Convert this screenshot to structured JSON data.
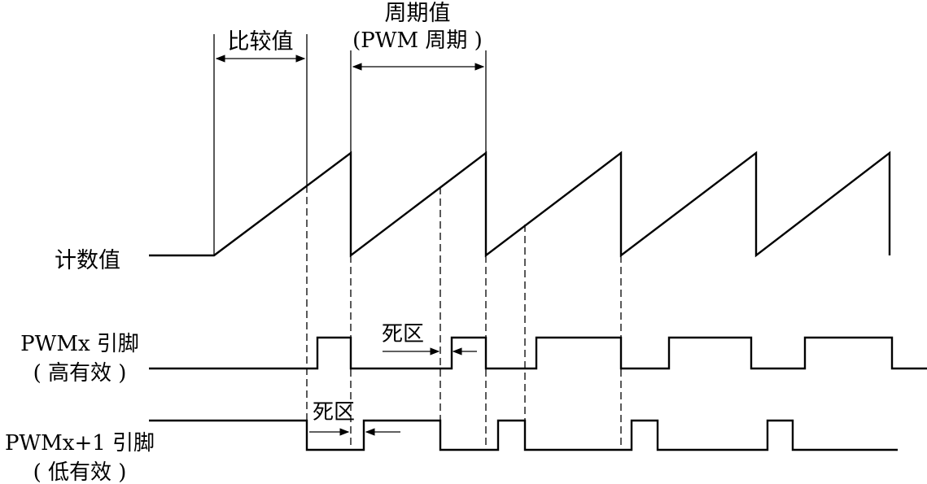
{
  "labels": {
    "compare_value": "比较值",
    "period_value_line1": "周期值",
    "period_value_line2": "(PWM 周期 )",
    "counter_value": "计数值",
    "pwmx_pin_line1": "PWMx 引脚",
    "pwmx_pin_line2": "( 高有效 )",
    "pwmx1_pin_line1": "PWMx+1 引脚",
    "pwmx1_pin_line2": "( 低有效 )",
    "dead_zone_upper": "死区",
    "dead_zone_lower": "死区"
  }
}
